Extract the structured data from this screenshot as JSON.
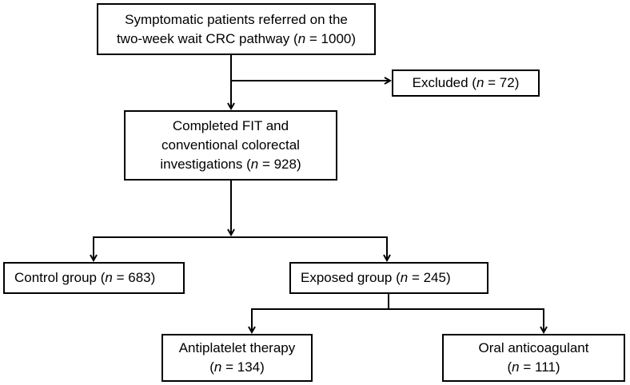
{
  "boxes": {
    "referred": {
      "line1": "Symptomatic patients referred on the",
      "line2_pre": "two-week wait CRC pathway (",
      "n": "n",
      "line2_post": " = 1000)"
    },
    "excluded": {
      "pre": "Excluded (",
      "n": "n",
      "post": " = 72)"
    },
    "completed": {
      "line1": "Completed FIT and",
      "line2": "conventional colorectal",
      "line3_pre": "investigations (",
      "n": "n",
      "line3_post": " = 928)"
    },
    "control": {
      "pre": "Control group (",
      "n": "n",
      "post": " = 683)"
    },
    "exposed": {
      "pre": "Exposed group (",
      "n": "n",
      "post": " = 245)"
    },
    "antiplatelet": {
      "line1": "Antiplatelet therapy",
      "line2_pre": "(",
      "n": "n",
      "line2_post": " = 134)"
    },
    "anticoagulant": {
      "line1": "Oral anticoagulant",
      "line2_pre": "(",
      "n": "n",
      "line2_post": " = 111)"
    }
  },
  "colors": {
    "stroke": "#000000",
    "background": "#ffffff"
  }
}
